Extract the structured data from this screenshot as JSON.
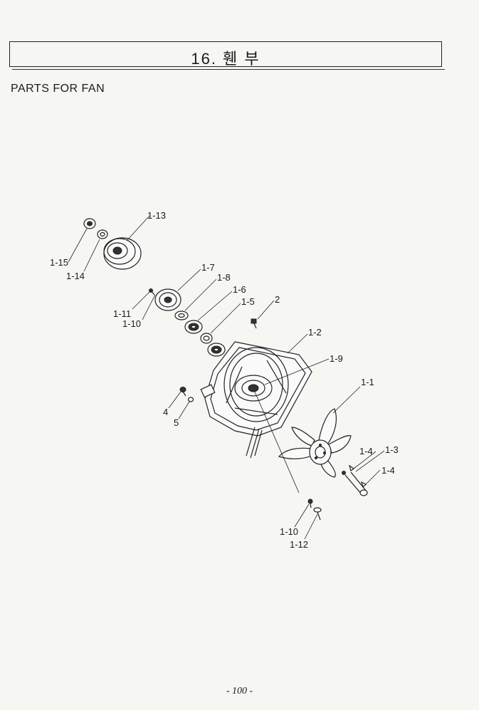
{
  "header": {
    "title": "16. 휀 부",
    "subtitle": "PARTS FOR FAN"
  },
  "labels": {
    "p1_13": "1-13",
    "p1_15": "1-15",
    "p1_14": "1-14",
    "p1_7": "1-7",
    "p1_8": "1-8",
    "p1_6": "1-6",
    "p1_5": "1-5",
    "p2": "2",
    "p1_11": "1-11",
    "p1_10a": "1-10",
    "p1_2": "1-2",
    "p1_9": "1-9",
    "p1_1": "1-1",
    "p4": "4",
    "p5": "5",
    "p1_4a": "1-4",
    "p1_3": "1-3",
    "p1_4b": "1-4",
    "p1_10b": "1-10",
    "p1_12": "1-12"
  },
  "footer": {
    "page": "- 100 -"
  }
}
